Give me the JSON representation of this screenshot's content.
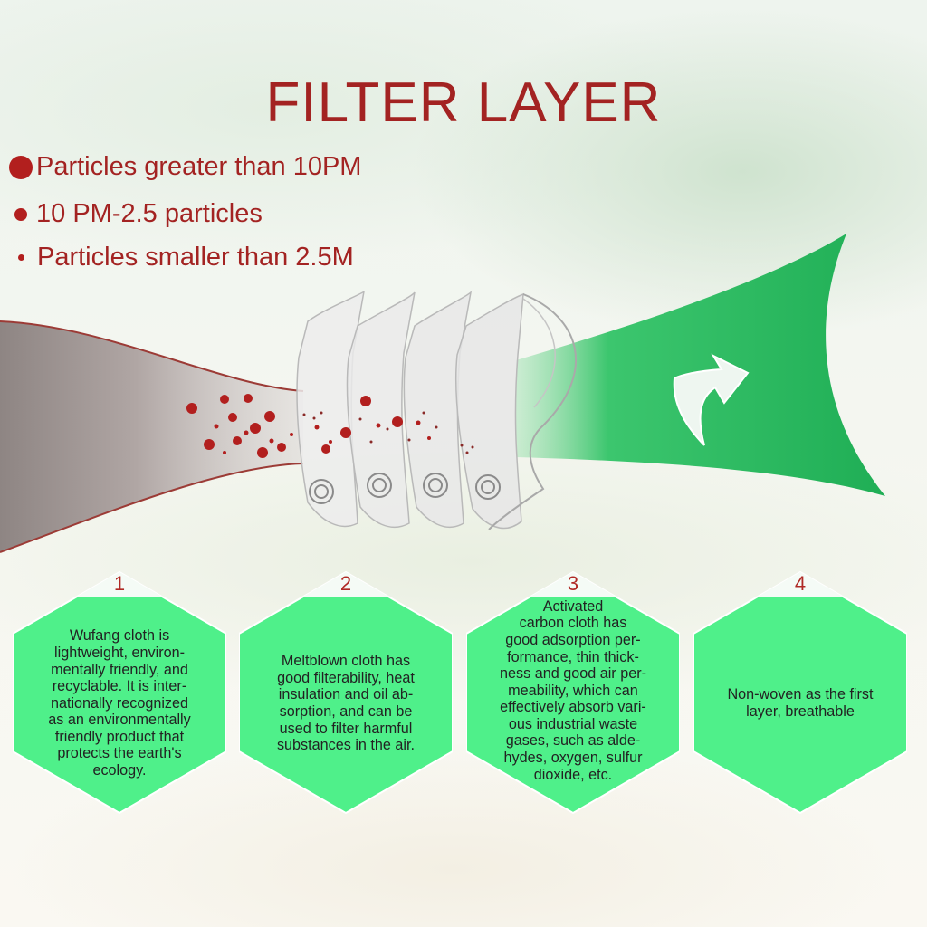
{
  "title": "FILTER LAYER",
  "legend": [
    {
      "label": "Particles greater than 10PM"
    },
    {
      "label": "10 PM-2.5 particles"
    },
    {
      "label": "Particles smaller than 2.5M"
    }
  ],
  "colors": {
    "title_red": "#a32322",
    "particle_red": "#b21f1e",
    "clean_air_green": "#2fc065",
    "hexagon_green": "#4ff08a"
  },
  "icons": [
    "curved-arrow-icon",
    "valve-icon"
  ],
  "layers": [
    {
      "number": "1",
      "text": "Wufang cloth is\nlightweight, environ-\nmentally friendly, and\nrecyclable. It is inter-\nnationally recognized\nas an environmentally\nfriendly product that\nprotects the earth's\necology."
    },
    {
      "number": "2",
      "text": "Meltblown cloth has\ngood filterability, heat\ninsulation and oil ab-\nsorption, and can be\nused to filter harmful\nsubstances in the air."
    },
    {
      "number": "3",
      "text": "Activated\ncarbon cloth has\ngood adsorption per-\nformance, thin thick-\nness and good air per-\nmeability, which can\neffectively absorb vari-\nous industrial waste\ngases, such as alde-\nhydes, oxygen, sulfur\ndioxide, etc."
    },
    {
      "number": "4",
      "text": "Non-woven as the first\nlayer, breathable"
    }
  ]
}
